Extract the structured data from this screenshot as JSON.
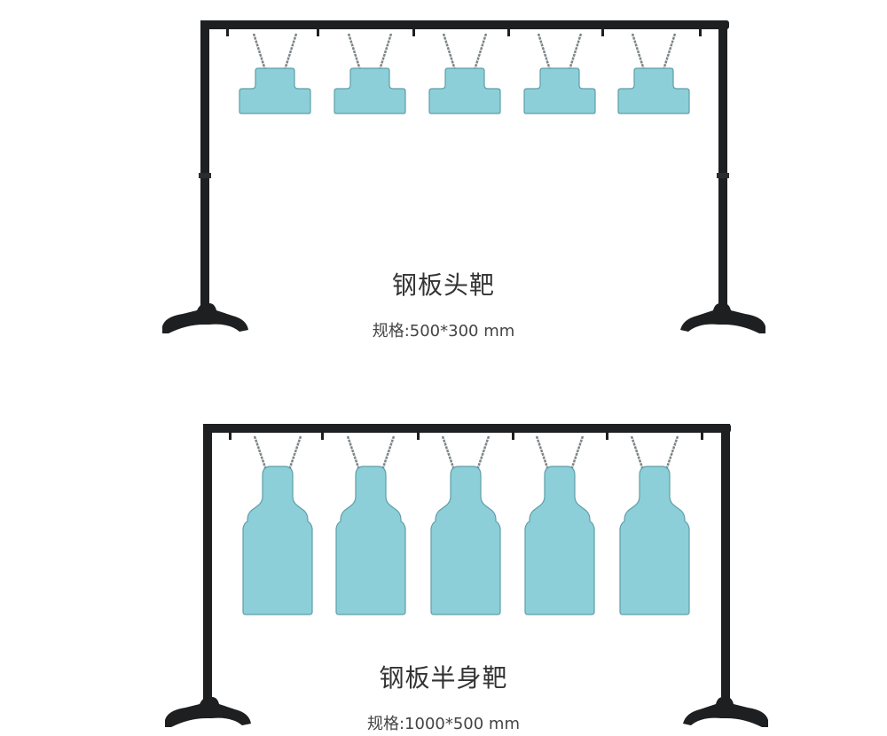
{
  "colors": {
    "frame": "#1e1f21",
    "target_fill": "#8ccfd9",
    "target_stroke": "#5f9ea8",
    "chain": "#7d8588"
  },
  "products": [
    {
      "name": "钢板头靶",
      "spec": "规格:500*300 mm",
      "target_shape": "head-target",
      "target_count": 5
    },
    {
      "name": "钢板半身靶",
      "spec": "规格:1000*500 mm",
      "target_shape": "half-body-target",
      "target_count": 5
    }
  ]
}
